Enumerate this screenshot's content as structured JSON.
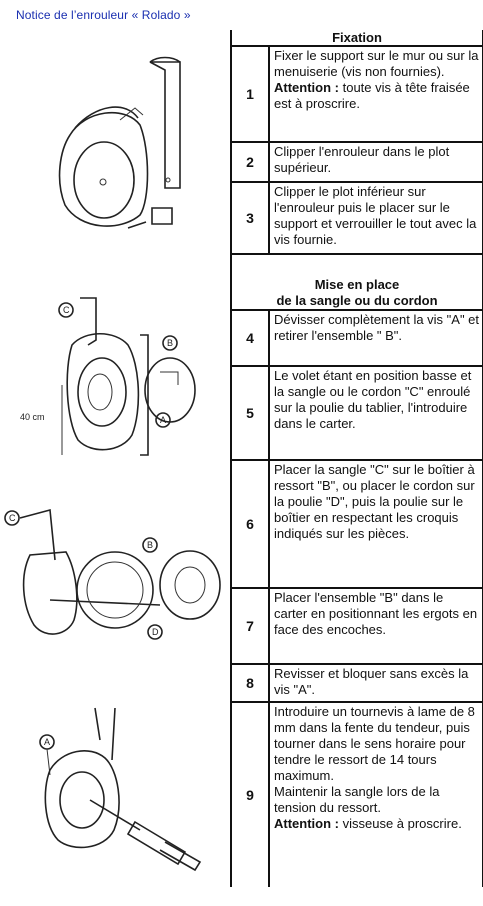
{
  "page_title": "Notice de l’enrouleur « Rolado »",
  "sections": [
    {
      "title": "Fixation",
      "steps": [
        {
          "num": "1",
          "text": "Fixer le support sur le mur ou sur la menuiserie (vis non fournies).",
          "note_label": "Attention :",
          "note": " toute vis à tête fraisée est à proscrire."
        },
        {
          "num": "2",
          "text": "Clipper l'enrouleur dans le plot supérieur."
        },
        {
          "num": "3",
          "text": "Clipper le plot inférieur sur l'enrouleur puis le placer sur le support et verrouiller le tout avec la vis fournie."
        }
      ]
    },
    {
      "title_line1": "Mise en place",
      "title_line2": "de la sangle ou du cordon",
      "steps": [
        {
          "num": "4",
          "text": "Dévisser complètement la vis \"A\" et retirer l'ensemble \" B\"."
        },
        {
          "num": "5",
          "text": "Le volet étant en position basse et la sangle ou le cordon \"C\" enroulé sur la poulie du tablier, l'introduire dans le carter."
        },
        {
          "num": "6",
          "text": "Placer la sangle \"C\" sur le boîtier à ressort \"B\", ou placer le cordon sur la poulie \"D\", puis la poulie sur le boîtier en respectant les croquis indiqués sur les pièces."
        },
        {
          "num": "7",
          "text": "Placer l'ensemble \"B\" dans le carter en positionnant les ergots en face des encoches."
        },
        {
          "num": "8",
          "text": "Revisser et bloquer sans excès la vis \"A\"."
        },
        {
          "num": "9",
          "text": "Introduire un tournevis à lame de 8 mm dans la fente du tendeur, puis tourner dans le sens horaire pour tendre le ressort de 14 tours maximum.",
          "text2": "Maintenir la sangle lors de la tension du ressort.",
          "note_label": "Attention :",
          "note": " visseuse à proscrire."
        }
      ]
    }
  ],
  "illustration_labels": {
    "a": "A",
    "b": "B",
    "c": "C",
    "d": "D",
    "dim": "40 cm"
  }
}
